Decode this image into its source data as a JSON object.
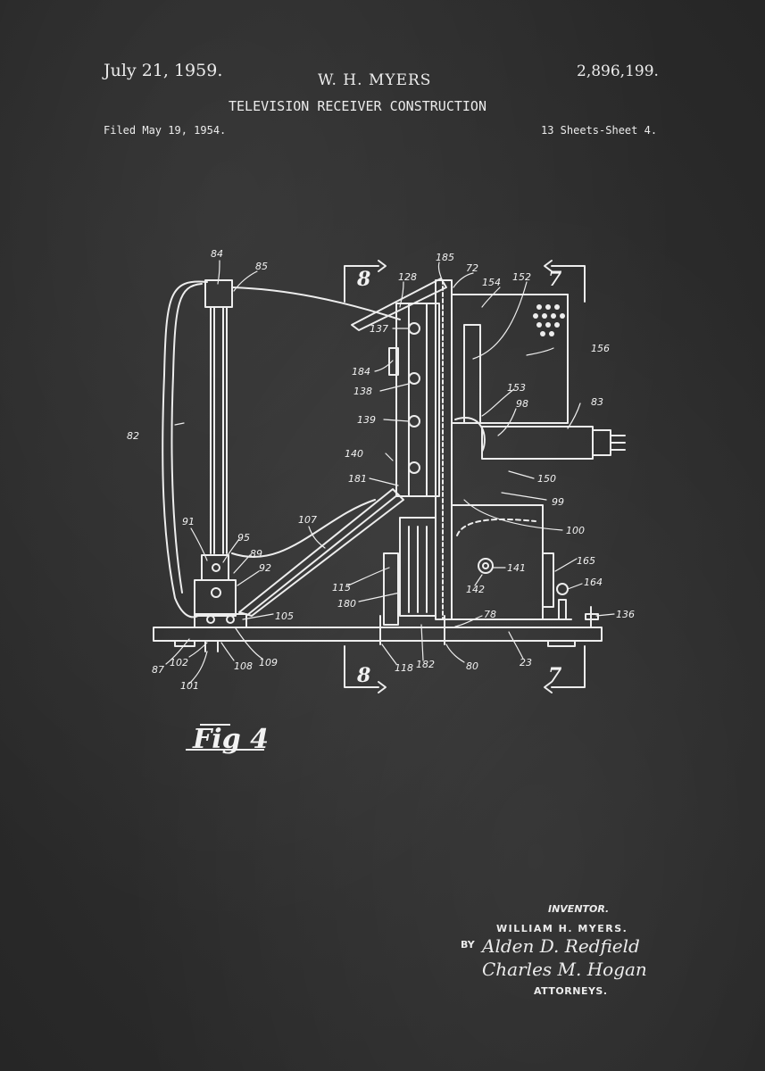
{
  "header": {
    "date": "July 21, 1959.",
    "inventor": "W. H. MYERS",
    "patent_number": "2,896,199.",
    "title": "TELEVISION RECEIVER CONSTRUCTION",
    "filed": "Filed May 19, 1954.",
    "sheets": "13 Sheets-Sheet 4."
  },
  "figure": {
    "label": "Fig 4",
    "section_marks": [
      "8",
      "7",
      "8",
      "7"
    ],
    "reference_numerals": [
      "84",
      "85",
      "185",
      "128",
      "72",
      "154",
      "152",
      "137",
      "156",
      "184",
      "138",
      "153",
      "98",
      "83",
      "82",
      "139",
      "140",
      "181",
      "150",
      "99",
      "107",
      "100",
      "91",
      "95",
      "89",
      "92",
      "165",
      "141",
      "164",
      "115",
      "142",
      "180",
      "136",
      "105",
      "78",
      "87",
      "102",
      "108",
      "109",
      "118",
      "182",
      "80",
      "23",
      "101"
    ]
  },
  "signature_block": {
    "heading": "INVENTOR.",
    "inventor_name": "WILLIAM H. MYERS.",
    "by": "BY",
    "signature_1": "Alden D. Redfield",
    "signature_2": "Charles M. Hogan",
    "attorneys": "ATTORNEYS."
  },
  "colors": {
    "background": "#2b2b2b",
    "chalk": "#ececec"
  }
}
